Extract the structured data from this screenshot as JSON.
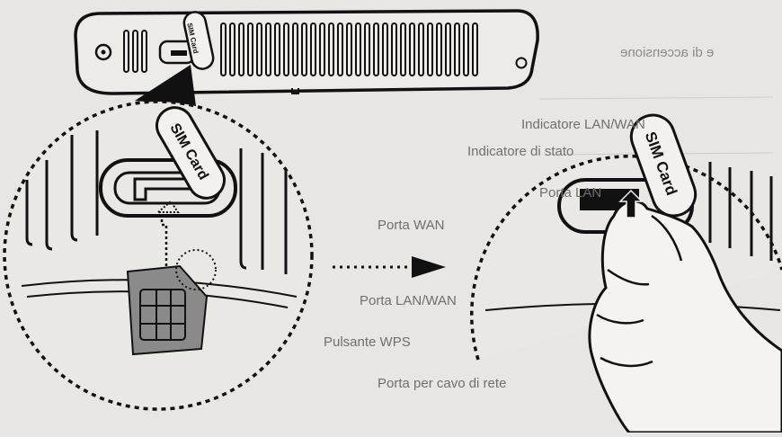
{
  "tags": {
    "top": "SIM Card",
    "left": "SIM Card",
    "right": "SIM Card"
  },
  "background_text": {
    "heading_fragment": "e di accensione",
    "line_1": "Indicatore LAN/WAN",
    "line_2": "Indicatore di stato",
    "line_3": "Porta LAN",
    "line_4": "Porta WAN",
    "line_5": "Porta LAN/WAN",
    "line_6": "Pulsante WPS",
    "line_7": "Porta per cavo di rete"
  },
  "colors": {
    "paper": "#e7e6e2",
    "ink": "#111111",
    "sim_body": "#8a8a8a",
    "faint_text": "#7a7a7a"
  }
}
